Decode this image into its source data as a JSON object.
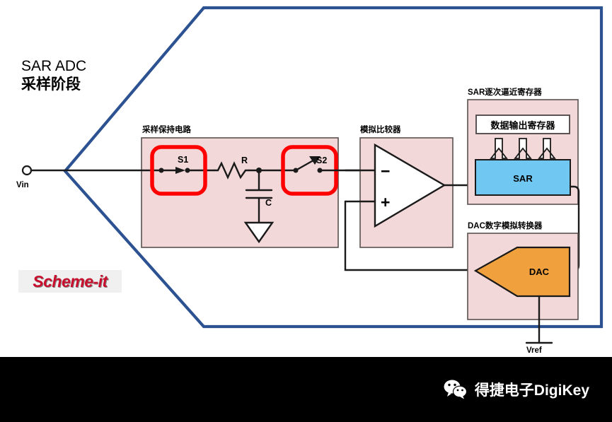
{
  "diagram": {
    "title_line1": "SAR ADC",
    "title_line2": "采样阶段",
    "input_terminal_label": "Vin",
    "reference_terminal_label": "Vref",
    "sample_hold": {
      "block_label": "采样保持电路",
      "switch1_label": "S1",
      "switch1_state": "closed",
      "resistor_label": "R",
      "capacitor_label": "C",
      "switch2_label": "S2",
      "switch2_state": "open"
    },
    "comparator": {
      "block_label": "模拟比较器",
      "minus_input": "−",
      "plus_input": "+"
    },
    "sar_register": {
      "block_label": "SAR逐次逼近寄存器",
      "output_register_label": "数据输出寄存器",
      "core_label": "SAR",
      "arrow_count": 3
    },
    "dac": {
      "block_label": "DAC数字模拟转换器",
      "core_label": "DAC"
    },
    "watermark_logo": "Scheme-it",
    "colors": {
      "block_fill": "#f2d8d8",
      "sar_fill": "#6fc7f2",
      "dac_fill": "#f0a03c",
      "highlight": "#ff0000",
      "border_blue": "#2c5291",
      "logo_red": "#c8102e"
    }
  },
  "footer": {
    "brand_text": "得捷电子DigiKey",
    "icon": "wechat-icon"
  }
}
